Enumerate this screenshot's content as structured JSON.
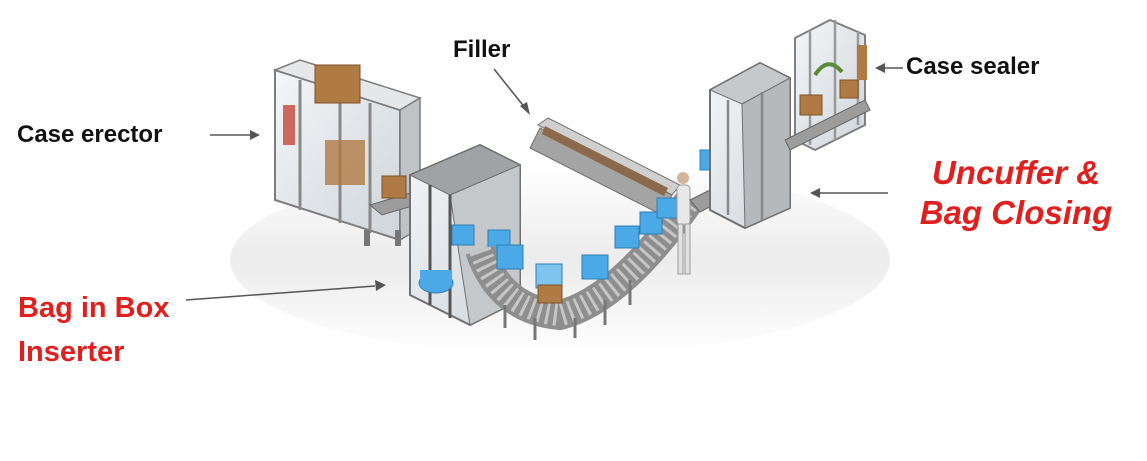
{
  "labels": {
    "filler": "Filler",
    "case_sealer": "Case sealer",
    "case_erector": "Case erector",
    "uncuffer_line1": "Uncuffer &",
    "uncuffer_line2": "Bag Closing",
    "bag_in_box_line1": "Bag in Box",
    "bag_in_box_line2": "Inserter"
  },
  "colors": {
    "black_label": "#111111",
    "red_label": "#e0201e",
    "box_blue": "#4aa9e6",
    "cardboard": "#b07a45",
    "machine_gray": "#c9c9c9"
  }
}
